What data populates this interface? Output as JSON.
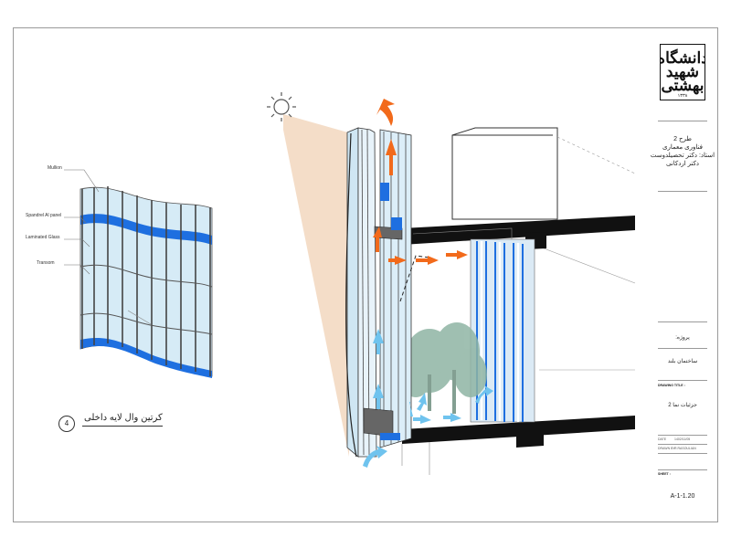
{
  "titleblock": {
    "logo_text": "دانشگاه شهید بهشتی",
    "logo_year": "۱۳۳۸",
    "course_line1": "طرح 2",
    "course_line2": "فناوری معماری",
    "course_line3": "استاد: دکتر تحصیلدوست",
    "course_line4": "دکتر اردکانی",
    "project_label": "پروژه:",
    "project_name": "ساختمان بلند",
    "drawing_title_label": "DRAWING TITLE :",
    "drawing_title": "جزئیات نما 2",
    "date_label": "DATE",
    "date_value": "1402/11/05",
    "drawn_by_label": "DRAWN BY",
    "drawn_by_value": "R.RASOULIAN",
    "sheet_label": "SHEET :",
    "sheet_number": "A-1-1.20"
  },
  "detail_4": {
    "labels": {
      "mullion": "Mullion",
      "spandrel": "Spandrel Al panel",
      "glass": "Laminated Glass",
      "transom": "Transom"
    },
    "caption": "کرتین وال لایه داخلی",
    "number": "4"
  },
  "colors": {
    "glass": "#cfe6f3",
    "spandrel": "#1e6fe0",
    "hot_air": "#f26a1b",
    "cool_air": "#6fc3ee",
    "slab": "#222222",
    "sun_beam": "#f3d9c2",
    "tree": "#8fb5a4"
  }
}
